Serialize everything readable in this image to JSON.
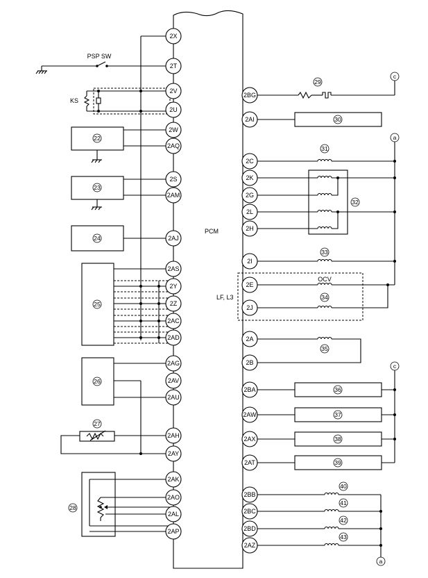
{
  "labels": {
    "pcm": "PCM",
    "psp_sw": "PSP SW",
    "ks": "KS",
    "ocv": "OCV",
    "lf_l3": "LF, L3",
    "conn_c": "c",
    "conn_a": "a"
  },
  "left_pins": [
    "2X",
    "2T",
    "2V",
    "2U",
    "2W",
    "2AQ",
    "2S",
    "2AM",
    "2AJ",
    "2AS",
    "2Y",
    "2Z",
    "2AC",
    "2AD",
    "2AG",
    "2AV",
    "2AU",
    "2AH",
    "2AY",
    "2AK",
    "2AO",
    "2AL",
    "2AP"
  ],
  "right_pins": [
    "2BG",
    "2AI",
    "2C",
    "2K",
    "2G",
    "2L",
    "2H",
    "2I",
    "2E",
    "2J",
    "2A",
    "2B",
    "2BA",
    "2AW",
    "2AX",
    "2AT",
    "2BB",
    "2BC",
    "2BD",
    "2AZ"
  ],
  "components": [
    "22",
    "23",
    "24",
    "25",
    "26",
    "27",
    "28",
    "29",
    "30",
    "31",
    "32",
    "33",
    "34",
    "35",
    "36",
    "37",
    "38",
    "39",
    "40",
    "41",
    "42",
    "43"
  ]
}
